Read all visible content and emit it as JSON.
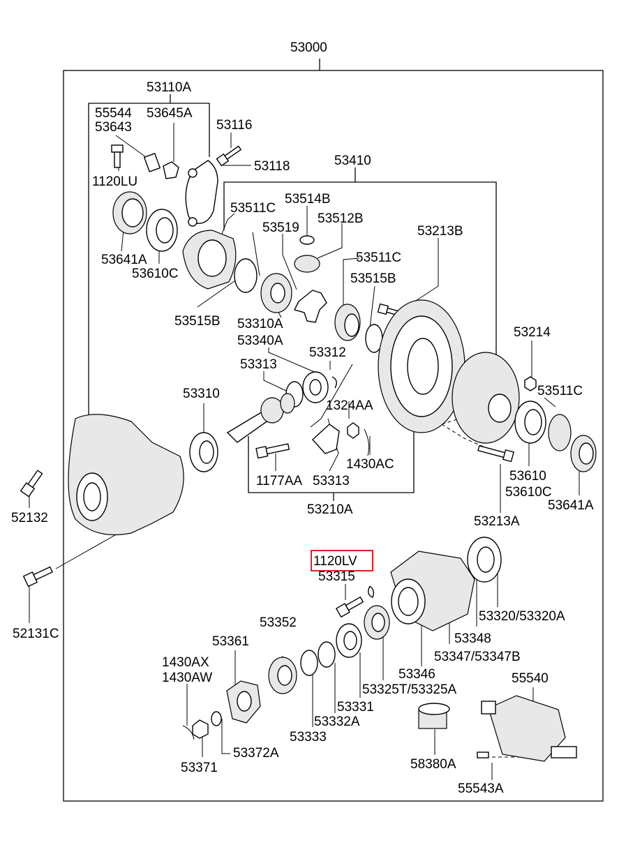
{
  "diagram": {
    "assembly_label": "53000",
    "highlight_label": "1120LV",
    "part_labels": [
      "53110A",
      "55544",
      "53643",
      "53645A",
      "53116",
      "53118",
      "1120LU",
      "53410",
      "53514B",
      "53511C",
      "53519",
      "53512B",
      "53213B",
      "53641A",
      "53610C",
      "53511C",
      "53515B",
      "53515B",
      "53310A",
      "53340A",
      "53312",
      "53313",
      "1324AA",
      "53214",
      "53511C",
      "53310",
      "52132",
      "1177AA",
      "53313",
      "1430AC",
      "53610",
      "53610C",
      "53641A",
      "53210A",
      "53213A",
      "53315",
      "53320/53320A",
      "52131C",
      "53352",
      "53348",
      "53361",
      "53347/53347B",
      "1430AX",
      "1430AW",
      "53346",
      "55540",
      "53331",
      "53325T/53325A",
      "53332A",
      "53333",
      "53372A",
      "53371",
      "58380A",
      "55543A"
    ]
  }
}
